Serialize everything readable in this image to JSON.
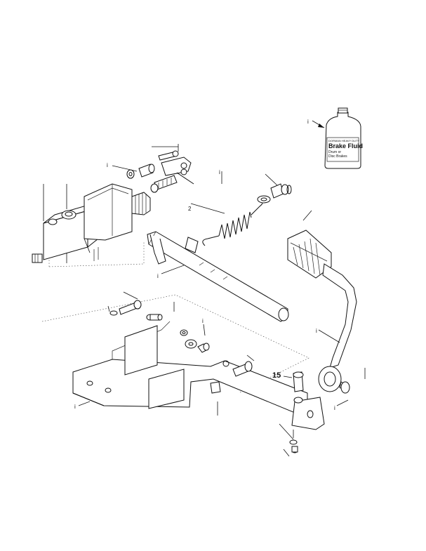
{
  "bottle_label": {
    "brand": "DORMAN HEAVY DUTY",
    "title": "Brake Fluid",
    "line1": "Drum or",
    "line2": "Disc Brakes"
  },
  "callouts": {
    "part_15": "15",
    "tick_i": "i",
    "tick_2": "2"
  }
}
